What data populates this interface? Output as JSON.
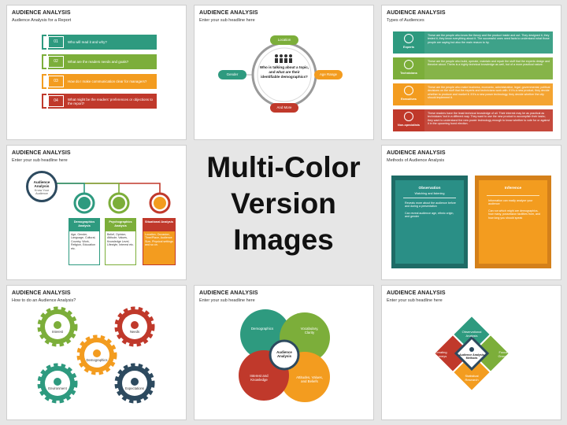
{
  "colors": {
    "green": "#2e9a7f",
    "lime": "#7cae3a",
    "orange": "#f39c1f",
    "red": "#c0392b",
    "teal": "#2a8f86",
    "darkteal": "#1e6b66"
  },
  "center": {
    "line1": "Multi-Color",
    "line2": "Version Images"
  },
  "s1": {
    "title": "AUDIENCE ANALYSIS",
    "sub": "Audience Analysis for a Report",
    "items": [
      {
        "num": "01",
        "text": "Who will read it and why?"
      },
      {
        "num": "02",
        "text": "What are the readers needs and goals?"
      },
      {
        "num": "03",
        "text": "How do I make communication clear for managers?"
      },
      {
        "num": "04",
        "text": "What might be the readers' preferences or objections to the report?"
      }
    ]
  },
  "s2": {
    "title": "AUDIENCE ANALYSIS",
    "sub": "Enter your sub headline here",
    "center": "Who is talking about a topic, and what are their identifiable demographics?",
    "top": "Location",
    "left": "Gender",
    "right": "Age Range",
    "bottom": "And More"
  },
  "s3": {
    "title": "AUDIENCE ANALYSIS",
    "sub": "Types of Audiences",
    "items": [
      {
        "label": "Experts",
        "text": "These are the people who know the theory and the product inside and out. They designed it, they tested it, they know everything about it. The successful ones need facts to understand what those people are saying but also the main reason to try."
      },
      {
        "label": "Technicians",
        "text": "These are the people who build, operate, maintain and repair the stuff that the experts design and theorize about. Theirs is a highly technical knowledge as well, but of a more practical nature."
      },
      {
        "label": "Executives",
        "text": "These are the people who make business, economic, administrative, legal, governmental, political decisions on the stuff that the experts and technicians work with. If it's a new product, they decide whether to produce and market it. If it's a new power technology, they decide whether the city should implement it."
      },
      {
        "label": "Non-specialists",
        "text": "These readers have the least technical knowledge of all. Their interest may be as practical as technicians' but in a different way. They want to use the new product to accomplish their tasks; they want to understand the new power technology enough to know whether to vote for or against it in the upcoming bond election."
      }
    ]
  },
  "s4": {
    "title": "AUDIENCE ANALYSIS",
    "sub": "Enter your sub headline here",
    "root": {
      "title": "Audience Analysis",
      "text": "Know Your Audience"
    },
    "items": [
      {
        "title": "Demographics Analysis",
        "text": "Age, Gender, Language, Cultural, Country, Work, Religion, Education etc."
      },
      {
        "title": "Psychographics Analysis",
        "text": "Belief, Opinion, Attitude, Values, Knowledge Level, Lifestyle, Interest etc."
      },
      {
        "title": "Situational Analysis",
        "text": "Location, Occasion, Time/Place, Audience Size, Physical settings and so on."
      }
    ]
  },
  "s5": {
    "title": "AUDIENCE ANALYSIS",
    "sub": "Methods of Audience Analysis",
    "left": {
      "title": "Observation",
      "subtitle": "Watching and listening",
      "bullets": [
        "Reveals more about the audience before and during a presentation",
        "Can reveal audience age, ethnic origin, and gender"
      ]
    },
    "right": {
      "title": "Inference",
      "bullets": [
        "Information can easily analyze your audience",
        "Can run which might are demographics, how many, possession facilities from, and how long you should speak"
      ]
    }
  },
  "s6": {
    "title": "AUDIENCE ANALYSIS",
    "sub": "How to do an Audience Analysis?",
    "gears": [
      "Interest",
      "Needs",
      "Demographics",
      "Environment",
      "Expectations"
    ]
  },
  "s7": {
    "title": "AUDIENCE ANALYSIS",
    "sub": "Enter your sub headline here",
    "center": "Audience Analysis",
    "petals": [
      "Demographics",
      "Vocabulary, Clarity",
      "Attitudes, Values, and Beliefs",
      "Interest and Knowledge"
    ]
  },
  "s8": {
    "title": "AUDIENCE ANALYSIS",
    "sub": "Enter your sub headline here",
    "center": "Audience Analysis Methods",
    "items": [
      "Observational Analysis",
      "Focus Groups",
      "Statistical Research",
      "Creating Surveys"
    ]
  }
}
